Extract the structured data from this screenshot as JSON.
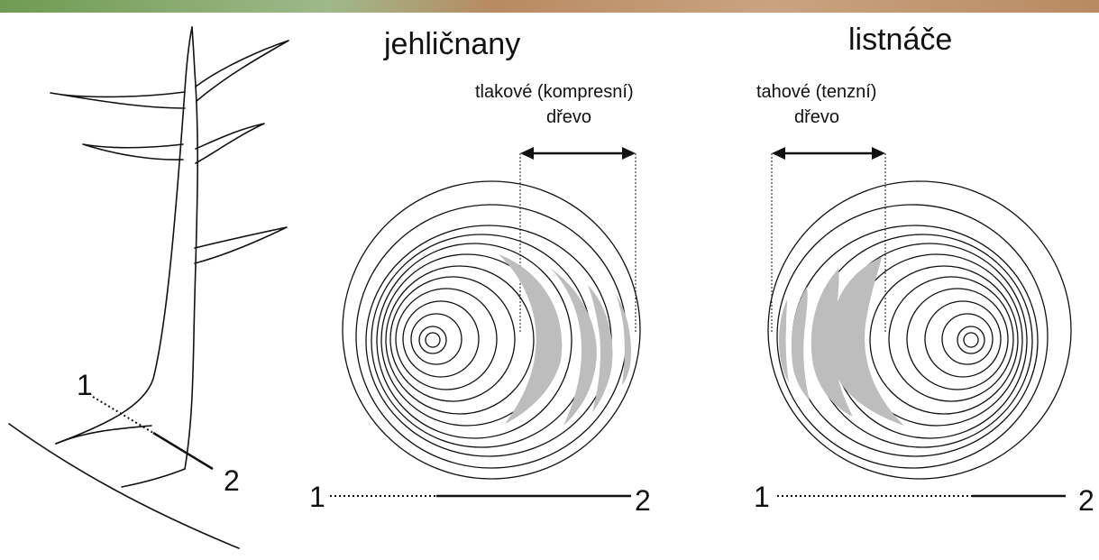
{
  "titles": {
    "conifers": "jehličnany",
    "deciduous": "listnáče"
  },
  "labels": {
    "compression_line1": "tlakové (kompresní)",
    "compression_line2": "dřevo",
    "tension_line1": "tahové (tenzní)",
    "tension_line2": "dřevo"
  },
  "markers": {
    "tree_p1": "1",
    "tree_p2": "2",
    "left_p1": "1",
    "left_p2": "2",
    "right_p1": "1",
    "right_p2": "2"
  },
  "colors": {
    "reaction_wood": "#bdbdbd",
    "line": "#111111",
    "top_band_green": "#6f9b52",
    "top_band_brown": "#b88a62"
  }
}
